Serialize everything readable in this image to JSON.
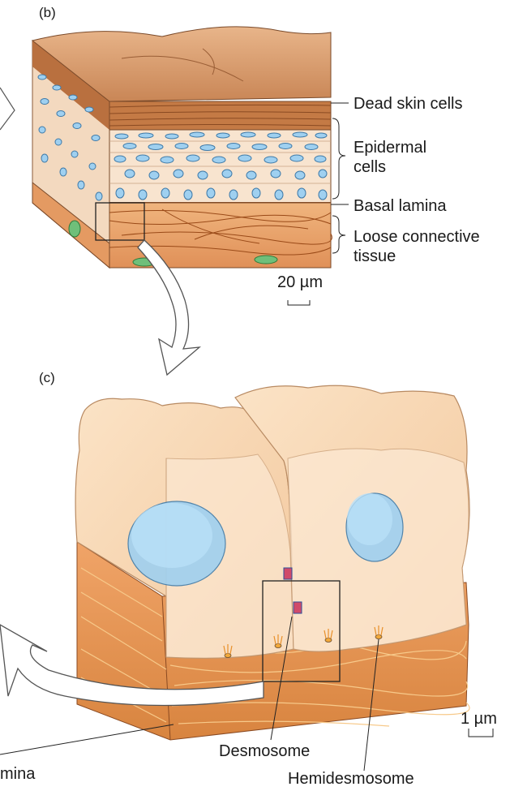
{
  "panels": {
    "b": "(b)",
    "c": "(c)"
  },
  "labels_b": {
    "dead": "Dead skin cells",
    "epidermal1": "Epidermal",
    "epidermal2": "cells",
    "basal": "Basal lamina",
    "loose1": "Loose connective",
    "loose2": "tissue",
    "scale": "20 µm"
  },
  "labels_c": {
    "scale": "1 µm",
    "desmosome": "Desmosome",
    "hemidesmosome": "Hemidesmosome",
    "lamina": "mina"
  },
  "colors": {
    "skin_top": "#d99a6c",
    "dermis": "#e7a36e",
    "nucleus": "#9fd0f0",
    "cell": "#fbe6cf",
    "fiber": "#b5551c"
  }
}
